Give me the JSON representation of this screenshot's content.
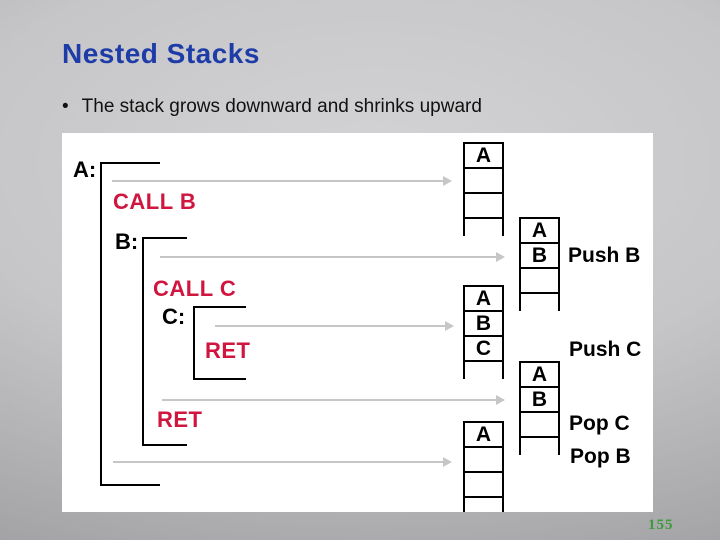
{
  "slide": {
    "title": "Nested Stacks",
    "bullet_glyph": "•",
    "bullet": "The stack grows downward and shrinks upward",
    "page_number": "155"
  },
  "colors": {
    "title_blue": "#1e3ca8",
    "instruction_red": "#d0153f",
    "page_number_green": "#3a9c3a",
    "arrow_gray": "#c6c6c6",
    "panel_white": "#ffffff",
    "background_gray": "#a5a5a7"
  },
  "diagram": {
    "code_labels": [
      {
        "label": "A:"
      },
      {
        "label": "B:"
      },
      {
        "label": "C:"
      }
    ],
    "instructions": [
      {
        "label": "CALL B"
      },
      {
        "label": "CALL C"
      },
      {
        "label": "RET"
      },
      {
        "label": "RET"
      }
    ],
    "stacks": [
      {
        "name": "stack-at-A",
        "cells": [
          "A",
          "",
          ""
        ]
      },
      {
        "name": "stack-after-push-b",
        "cells": [
          "A",
          "B",
          ""
        ]
      },
      {
        "name": "stack-after-push-c",
        "cells": [
          "A",
          "B",
          "C"
        ]
      },
      {
        "name": "stack-after-pop-c",
        "cells": [
          "A",
          "B",
          ""
        ]
      },
      {
        "name": "stack-after-pop-b",
        "cells": [
          "A",
          "",
          ""
        ]
      }
    ],
    "operations": [
      {
        "label": "Push B"
      },
      {
        "label": "Push C"
      },
      {
        "label": "Pop C"
      },
      {
        "label": "Pop B"
      }
    ]
  }
}
